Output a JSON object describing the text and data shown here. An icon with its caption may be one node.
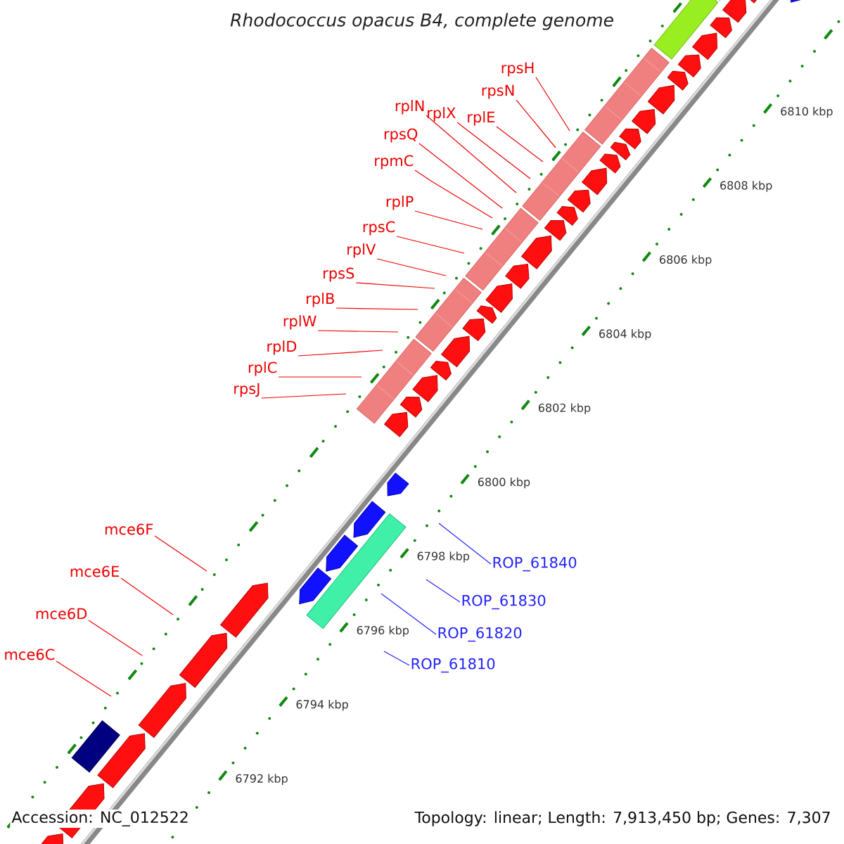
{
  "diagram": {
    "title": "Rhodococcus opacus B4, complete genome",
    "nodes": [
      {
        "text": [
          "rpsH"
        ]
      },
      {
        "text": [
          "rpsN"
        ]
      },
      {
        "text": [
          "rplN"
        ]
      },
      {
        "text": [
          "rplX"
        ]
      },
      {
        "text": [
          "rplE"
        ]
      },
      {
        "text": [
          "rpsQ"
        ]
      },
      {
        "text": [
          "rpmC"
        ]
      },
      {
        "text": [
          "rplP"
        ]
      },
      {
        "text": [
          "rpsC"
        ]
      },
      {
        "text": [
          "rplV"
        ]
      },
      {
        "text": [
          "rpsS"
        ]
      },
      {
        "text": [
          "rplB"
        ]
      },
      {
        "text": [
          "rplW"
        ]
      },
      {
        "text": [
          "rplD"
        ]
      },
      {
        "text": [
          "rplC"
        ]
      },
      {
        "text": [
          "rpsJ"
        ]
      },
      {
        "text": [
          "mce6F"
        ]
      },
      {
        "text": [
          "ROP_61840"
        ]
      },
      {
        "text": [
          "mce6E"
        ]
      },
      {
        "text": [
          "ROP_61830"
        ]
      },
      {
        "text": [
          "mce6D"
        ]
      },
      {
        "text": [
          "ROP_61820"
        ]
      },
      {
        "text": [
          "mce6C"
        ]
      },
      {
        "text": [
          "ROP_61810"
        ]
      }
    ],
    "edges": [
      {
        "from": 0,
        "to": null,
        "arrow": "none"
      },
      {
        "from": 1,
        "to": null,
        "arrow": "none"
      },
      {
        "from": 2,
        "to": null,
        "arrow": "none"
      },
      {
        "from": 3,
        "to": null,
        "arrow": "none"
      },
      {
        "from": 4,
        "to": null,
        "arrow": "none"
      },
      {
        "from": 5,
        "to": null,
        "arrow": "none"
      },
      {
        "from": 6,
        "to": null,
        "arrow": "none"
      },
      {
        "from": 7,
        "to": null,
        "arrow": "none"
      },
      {
        "from": 8,
        "to": null,
        "arrow": "none"
      },
      {
        "from": 9,
        "to": null,
        "arrow": "none"
      },
      {
        "from": 10,
        "to": null,
        "arrow": "none"
      },
      {
        "from": 11,
        "to": null,
        "arrow": "none"
      },
      {
        "from": 12,
        "to": null,
        "arrow": "none"
      },
      {
        "from": 13,
        "to": null,
        "arrow": "none"
      },
      {
        "from": 14,
        "to": null,
        "arrow": "none"
      },
      {
        "from": 15,
        "to": null,
        "arrow": "none"
      },
      {
        "from": 16,
        "to": null,
        "arrow": "none"
      },
      {
        "from": 17,
        "to": null,
        "arrow": "none",
        "color": "#2222ff"
      },
      {
        "from": 18,
        "to": null,
        "arrow": "none"
      },
      {
        "from": 19,
        "to": null,
        "arrow": "none",
        "color": "#2222ff"
      },
      {
        "from": 20,
        "to": null,
        "arrow": "none"
      },
      {
        "from": 21,
        "to": null,
        "arrow": "none",
        "color": "#2222ff"
      },
      {
        "from": 22,
        "to": null,
        "arrow": "none"
      },
      {
        "from": 23,
        "to": null,
        "arrow": "none",
        "color": "#2222ff"
      }
    ],
    "labels": [
      "6810 kbp",
      "6808 kbp",
      "6806 kbp",
      "6804 kbp",
      "6802 kbp",
      "6800 kbp",
      "6798 kbp",
      "6796 kbp",
      "6794 kbp",
      "6792 kbp",
      "Accession: NC_012522",
      "Topology: linear; Length: 7,913,450 bp; Genes: 7,307"
    ]
  }
}
